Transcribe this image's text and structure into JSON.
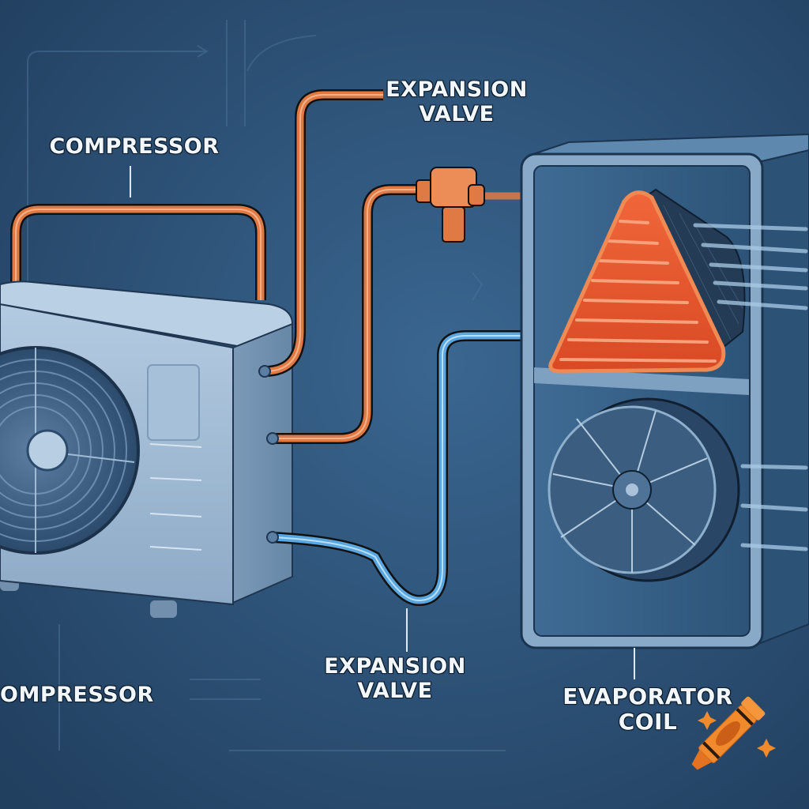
{
  "diagram": {
    "subject": "Heat pump / air conditioner refrigerant circuit",
    "labels": {
      "compressor_top": "COMPRESSOR",
      "expansion_valve_top": {
        "line1": "EXPANSION",
        "line2": "VALVE"
      },
      "compressor_bottom": "OMPRESSOR",
      "expansion_valve_bottom": {
        "line1": "EXPANSION",
        "line2": "VALVE"
      },
      "evaporator_coil": {
        "line1": "EVAPORATOR",
        "line2": "COIL"
      }
    },
    "components": [
      {
        "name": "outdoor-unit",
        "description": "Outdoor condensing unit with fan"
      },
      {
        "name": "expansion-valve",
        "description": "Copper T-fitting valve"
      },
      {
        "name": "indoor-unit",
        "description": "Indoor air handler with evaporator coil and blower"
      }
    ],
    "pipes": [
      {
        "name": "hot-line-top",
        "color": "#e07a44"
      },
      {
        "name": "hot-line-middle",
        "color": "#e07a44"
      },
      {
        "name": "cold-line",
        "color": "#5aa6de"
      }
    ],
    "colors": {
      "background": "#2b4f73",
      "copper": "#e07a44",
      "coil": "#e8582e",
      "cold_pipe": "#5aa6de",
      "unit_body": "#9fb9d3",
      "label_text": "#f2f7fb",
      "crayon": "#f08a2c"
    },
    "watermark": {
      "icon": "crayon-icon"
    }
  }
}
